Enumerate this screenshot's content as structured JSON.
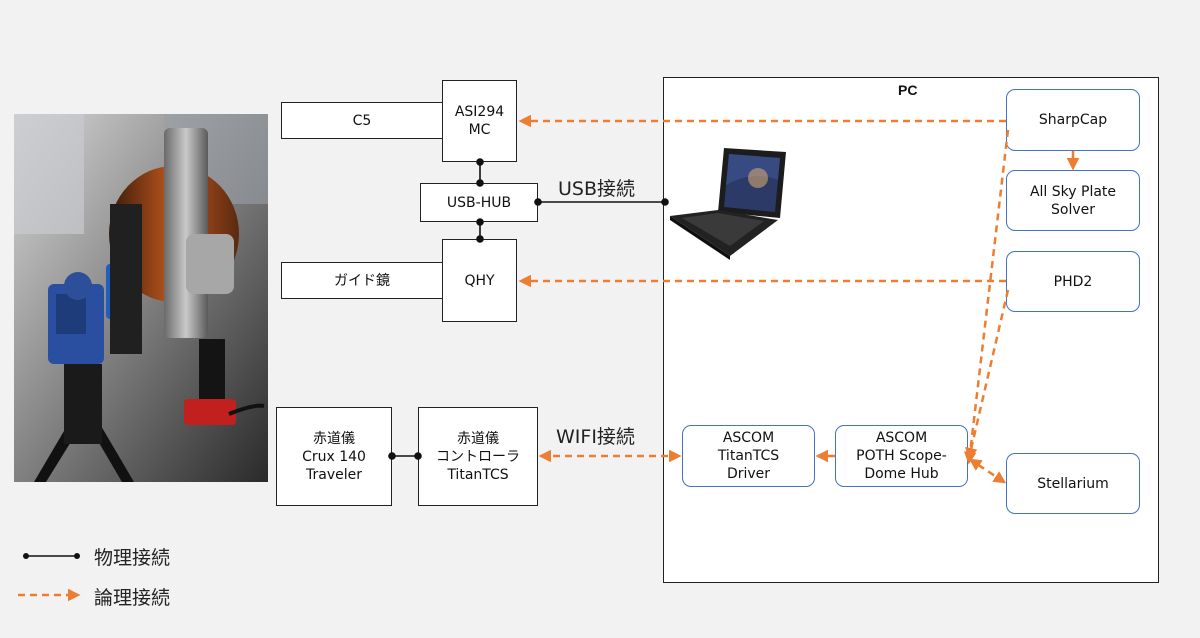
{
  "pc_frame": {
    "title": "PC"
  },
  "left_boxes": {
    "c5": "C5",
    "asi294": "ASI294\nMC",
    "usb_hub": "USB-HUB",
    "guide_scope": "ガイド鏡",
    "qhy": "QHY",
    "mount": "赤道儀\nCrux 140\nTraveler",
    "controller": "赤道儀\nコントローラ\nTitanTCS"
  },
  "pc_boxes": {
    "sharpcap": "SharpCap",
    "plate_solver": "All Sky Plate\nSolver",
    "phd2": "PHD2",
    "titan_driver": "ASCOM\nTitanTCS\nDriver",
    "poth_hub": "ASCOM\nPOTH Scope-\nDome Hub",
    "stellarium": "Stellarium"
  },
  "labels": {
    "usb": "USB接続",
    "wifi": "WIFI接続"
  },
  "legend": {
    "physical": "物理接続",
    "logical": "論理接続"
  },
  "colors": {
    "logical_line": "#ed7d31",
    "physical_line": "#111111",
    "pc_box_border": "#4472c4"
  },
  "icons": [
    "telescope-photo",
    "laptop-icon"
  ]
}
